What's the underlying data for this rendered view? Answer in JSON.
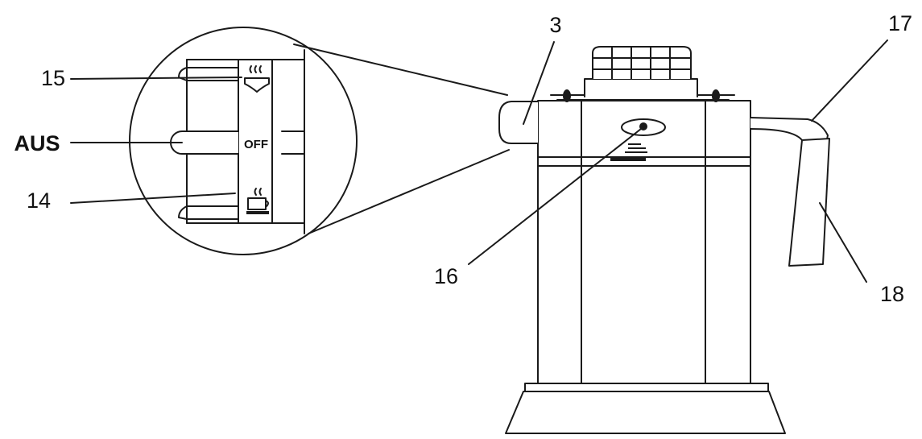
{
  "diagram": {
    "labels": {
      "label_15": "15",
      "label_aus": "AUS",
      "label_14": "14",
      "label_3": "3",
      "label_17": "17",
      "label_16": "16",
      "label_18": "18"
    },
    "switch_off": "OFF",
    "icons": {
      "top_position": "steam-nozzle-icon",
      "bottom_position": "coffee-cup-icon"
    },
    "colors": {
      "line": "#1a1a1a",
      "background": "#ffffff"
    }
  }
}
